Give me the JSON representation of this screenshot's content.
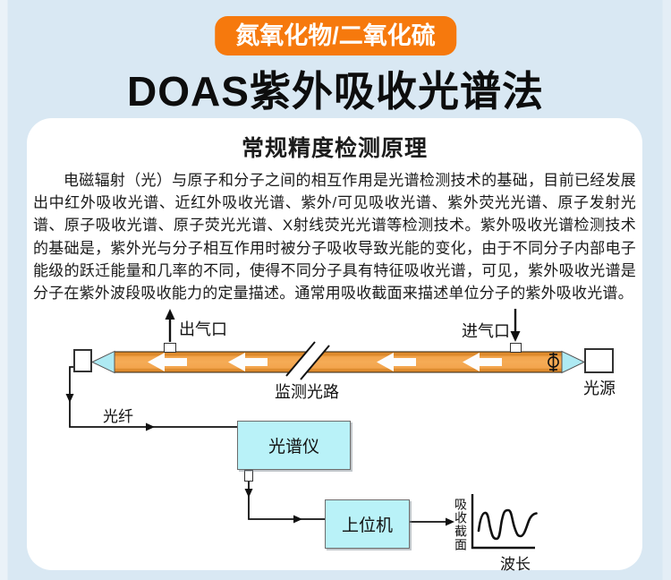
{
  "header": {
    "badge": "氮氧化物/二氧化硫",
    "title": "DOAS紫外吸收光谱法"
  },
  "card": {
    "heading": "常规精度检测原理",
    "body": "电磁辐射（光）与原子和分子之间的相互作用是光谱检测技术的基础，目前已经发展出中红外吸收光谱、近红外吸收光谱、紫外/可见吸收光谱、紫外荧光光谱、原子发射光谱、原子吸收光谱、原子荧光光谱、X射线荧光光谱等检测技术。紫外吸收光谱检测技术的基础是，紫外光与分子相互作用时被分子吸收导致光能的变化，由于不同分子内部电子能级的跃迁能量和几率的不同，使得不同分子具有特征吸收光谱，可见，紫外吸收光谱是分子在紫外波段吸收能力的定量描述。通常用吸收截面来描述单位分子的紫外吸收光谱。"
  },
  "diagram": {
    "gas_outlet": "出气口",
    "gas_inlet": "进气口",
    "monitoring_path": "监测光路",
    "light_source": "光源",
    "fiber": "光纤",
    "spectrometer": "光谱仪",
    "host_computer": "上位机",
    "absorption_cross_section": "吸收截面",
    "wavelength": "波长"
  },
  "colors": {
    "background": "#d9e8f3",
    "badge_orange": "#f6790d",
    "tube_orange": "#f3a54d",
    "cone_cyan": "#aeeaf3",
    "device_cyan": "#b9f2f8"
  }
}
